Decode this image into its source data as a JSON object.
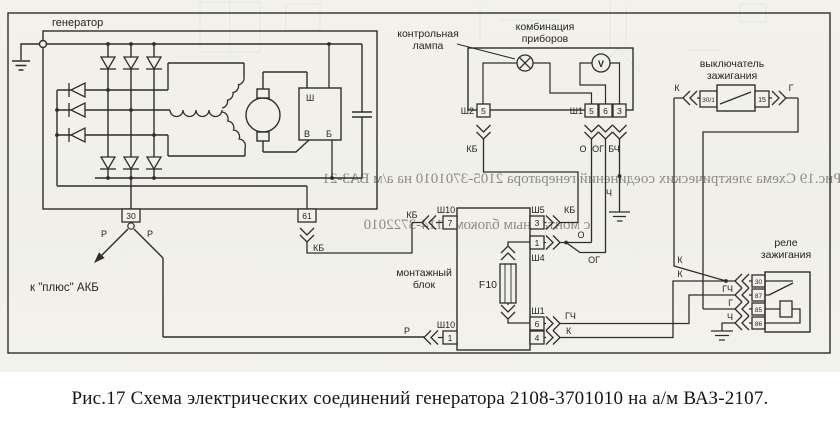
{
  "caption": "Рис.17 Схема электрических соединений генератора 2108-3701010 на а/м ВАЗ-2107.",
  "labels": {
    "generator": "генератор",
    "control_lamp_line1": "контрольная",
    "control_lamp_line2": "лампа",
    "cluster_line1": "комбинация",
    "cluster_line2": "приборов",
    "ignition_switch_line1": "выключатель",
    "ignition_switch_line2": "зажигания",
    "relay_line1": "реле",
    "relay_line2": "зажигания",
    "mounting_block_line1": "монтажный",
    "mounting_block_line2": "блок",
    "battery_link": "к \"плюс\" АКБ",
    "fuse": "F10",
    "voltmeter_glyph": "V"
  },
  "pins": {
    "gen_30": "30",
    "gen_61": "61",
    "reg_sh": "Ш",
    "reg_v": "В",
    "reg_b": "Б",
    "cluster_sh2": "Ш2",
    "cluster_sh2_5": "5",
    "cluster_sh1": "Ш1",
    "cluster_sh1_5": "5",
    "cluster_sh1_6": "6",
    "cluster_sh1_3": "3",
    "switch_30_1": "30/1",
    "switch_15": "15",
    "relay_30": "30",
    "relay_87": "87",
    "relay_85": "85",
    "relay_86": "86",
    "blk_sh10_top": "Ш10",
    "blk_pin7": "7",
    "blk_sh5": "Ш5",
    "blk_pin3": "3",
    "blk_sh4": "Ш4",
    "blk_pin1_right": "1",
    "blk_sh1": "Ш1",
    "blk_pin6": "6",
    "blk_pin4": "4",
    "blk_sh10_bottom": "Ш10",
    "blk_pin1_left": "1"
  },
  "wire_labels": {
    "kb_cluster": "КБ",
    "o_cluster": "О",
    "og_cluster": "ОГ",
    "bch_cluster": "БЧ",
    "ch_ground": "Ч",
    "kb_gen61": "КБ",
    "kb_block_left": "КБ",
    "kb_block_right": "КБ",
    "o_block": "О",
    "og_block": "ОГ",
    "p_gen_left": "Р",
    "p_gen_right": "Р",
    "p_block": "Р",
    "k_switch": "К",
    "g_switch": "Г",
    "k_relay_upper": "К",
    "k_relay_lower": "К",
    "gch_relay": "ГЧ",
    "g_relay": "Г",
    "ch_relay": "Ч",
    "gch_block": "ГЧ",
    "k_block": "К"
  },
  "ghost": {
    "line1": "Рис.19 Схема электрических соединений генератора 2105-3701010 на а/м ВАЗ-21",
    "line2": "с монтажным блоком 2114-3722010"
  },
  "colors": {
    "ink": "#2e2d2b",
    "paper": "#f1f0ea",
    "ghost": "#a79c86"
  }
}
